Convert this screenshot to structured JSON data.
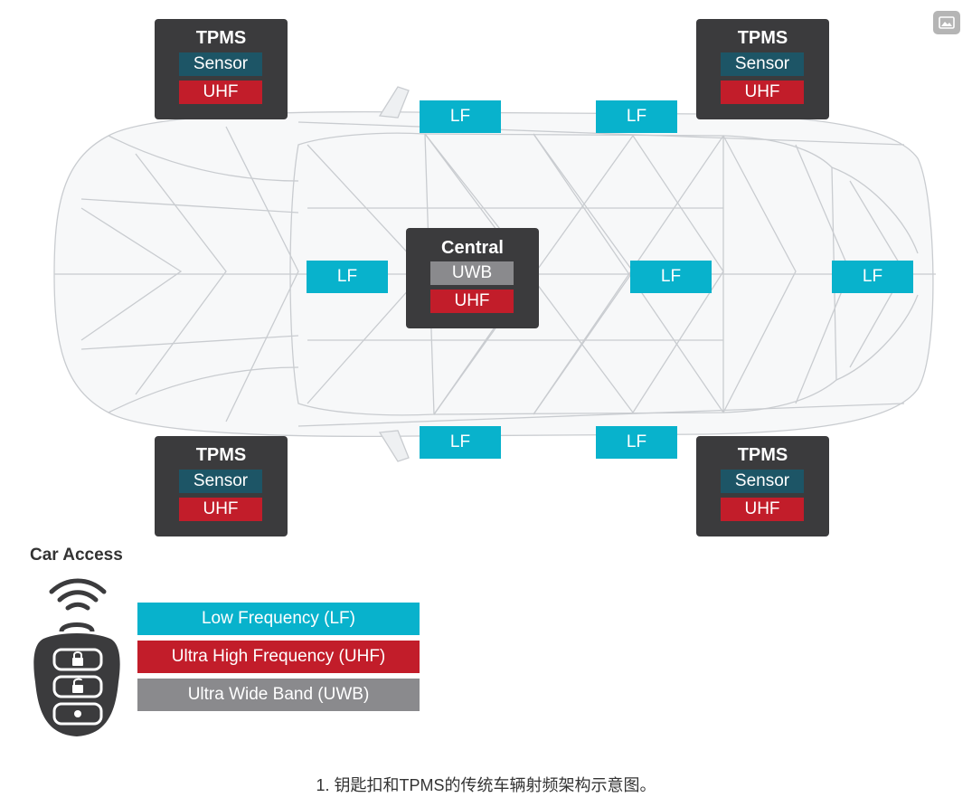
{
  "figure": {
    "caption": "1. 钥匙扣和TPMS的传统车辆射频架构示意图。"
  },
  "modules": {
    "tpms_front_left": {
      "title": "TPMS",
      "sensor": "Sensor",
      "radio": "UHF"
    },
    "tpms_front_right": {
      "title": "TPMS",
      "sensor": "Sensor",
      "radio": "UHF"
    },
    "tpms_rear_left": {
      "title": "TPMS",
      "sensor": "Sensor",
      "radio": "UHF"
    },
    "tpms_rear_right": {
      "title": "TPMS",
      "sensor": "Sensor",
      "radio": "UHF"
    },
    "central": {
      "title": "Central",
      "uwb": "UWB",
      "radio": "UHF"
    }
  },
  "lf_antennas": [
    "LF",
    "LF",
    "LF",
    "LF",
    "LF",
    "LF",
    "LF"
  ],
  "legend": {
    "title": "Car Access",
    "items": [
      {
        "label": "Low Frequency (LF)",
        "color": "#08b2cc"
      },
      {
        "label": "Ultra High Frequency (UHF)",
        "color": "#c21d2a"
      },
      {
        "label": "Ultra Wide Band (UWB)",
        "color": "#8a8a8d"
      }
    ]
  },
  "colors": {
    "module_bg": "#3b3b3d",
    "sensor": "#1d5566",
    "uhf": "#c21d2a",
    "uwb": "#8a8a8d",
    "lf": "#08b2cc"
  },
  "icons": {
    "corner": "image-icon",
    "fob": "key-fob-icon",
    "wireless": "wireless-signal-icon"
  }
}
